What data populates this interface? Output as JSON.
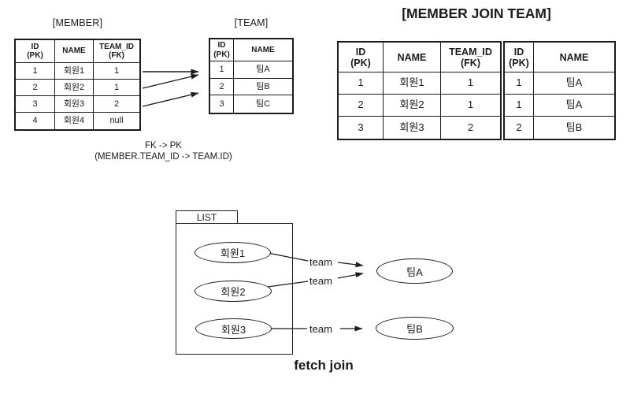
{
  "colors": {
    "ink": "#1b1b1b",
    "background": "#ffffff"
  },
  "top_left": {
    "member_title": "[MEMBER]",
    "team_title": "[TEAM]",
    "member_table": {
      "headers": [
        "ID\n(PK)",
        "NAME",
        "TEAM_ID\n(FK)"
      ],
      "rows": [
        [
          "1",
          "회원1",
          "1"
        ],
        [
          "2",
          "회원2",
          "1"
        ],
        [
          "3",
          "회원3",
          "2"
        ],
        [
          "4",
          "회원4",
          "null"
        ]
      ]
    },
    "team_table": {
      "headers": [
        "ID\n(PK)",
        "NAME"
      ],
      "rows": [
        [
          "1",
          "팀A"
        ],
        [
          "2",
          "팀B"
        ],
        [
          "3",
          "팀C"
        ]
      ]
    },
    "caption_line1": "FK -> PK",
    "caption_line2": "(MEMBER.TEAM_ID -> TEAM.ID)"
  },
  "top_right": {
    "title": "[MEMBER JOIN TEAM]",
    "join_member_part": {
      "headers": [
        "ID\n(PK)",
        "NAME",
        "TEAM_ID\n(FK)"
      ],
      "rows": [
        [
          "1",
          "회원1",
          "1"
        ],
        [
          "2",
          "회원2",
          "1"
        ],
        [
          "3",
          "회원3",
          "2"
        ]
      ]
    },
    "join_team_part": {
      "headers": [
        "ID\n(PK)",
        "NAME"
      ],
      "rows": [
        [
          "1",
          "팀A"
        ],
        [
          "1",
          "팀A"
        ],
        [
          "2",
          "팀B"
        ]
      ]
    }
  },
  "bottom": {
    "list_label": "LIST",
    "members": [
      "회원1",
      "회원2",
      "회원3"
    ],
    "teams": [
      "팀A",
      "팀B"
    ],
    "edge_label": "team",
    "caption": "fetch join"
  }
}
